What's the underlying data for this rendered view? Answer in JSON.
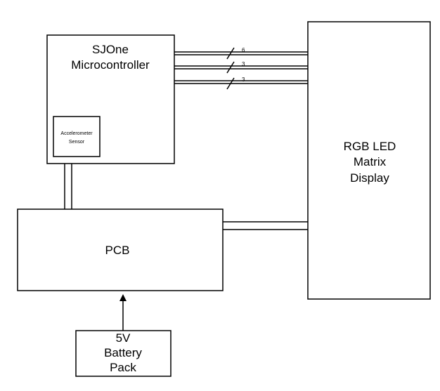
{
  "blocks": {
    "mcu": {
      "lines": [
        "SJOne",
        "Microcontroller"
      ]
    },
    "accel": {
      "lines": [
        "Accelerometer",
        "Sensor"
      ]
    },
    "pcb": {
      "lines": [
        "PCB"
      ]
    },
    "battery": {
      "lines": [
        "5V",
        "Battery",
        "Pack"
      ]
    },
    "led": {
      "lines": [
        "RGB LED",
        "Matrix",
        "Display"
      ]
    }
  },
  "buses": [
    {
      "width_label": "6"
    },
    {
      "width_label": "3"
    },
    {
      "width_label": "3"
    }
  ],
  "colors": {
    "stroke": "#000000",
    "fill": "#ffffff"
  }
}
